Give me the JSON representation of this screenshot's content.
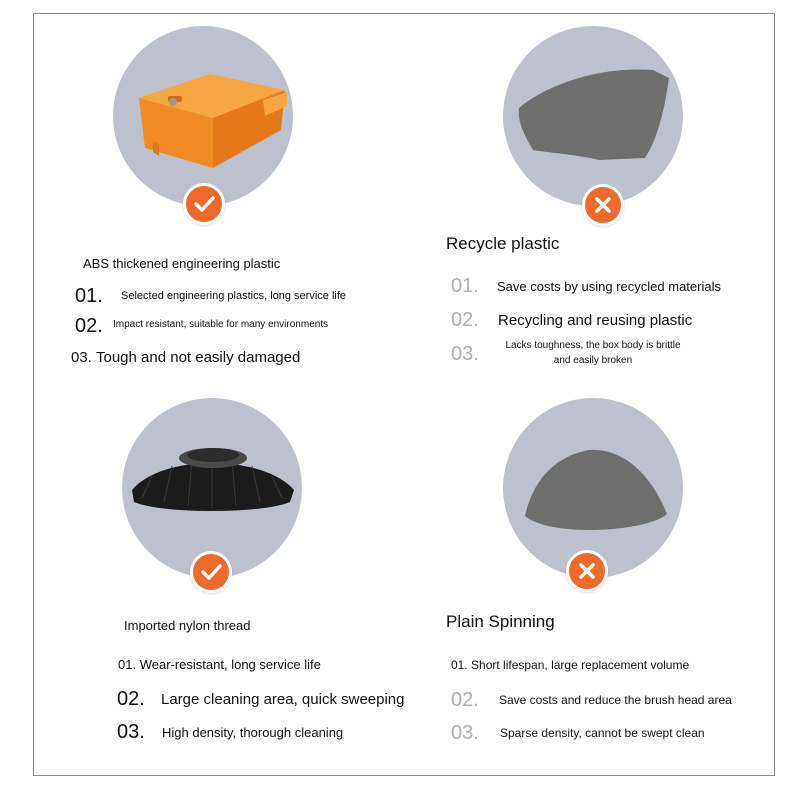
{
  "panels": {
    "top_left": {
      "badge": "check-icon",
      "title": "ABS thickened engineering plastic",
      "items": [
        {
          "num": "01.",
          "text": "Selected engineering plastics, long service life"
        },
        {
          "num": "02.",
          "text": "Impact resistant, suitable for many environments"
        },
        {
          "num": "03.",
          "text": "Tough and not easily damaged"
        }
      ]
    },
    "top_right": {
      "badge": "cross-icon",
      "title": "Recycle plastic",
      "items": [
        {
          "num": "01.",
          "text": "Save costs by using recycled materials"
        },
        {
          "num": "02.",
          "text": "Recycling and reusing plastic"
        },
        {
          "num": "03.",
          "text": "Lacks toughness, the box body is brittle and easily broken"
        }
      ]
    },
    "bottom_left": {
      "badge": "check-icon",
      "title": "Imported nylon thread",
      "items": [
        {
          "num": "01.",
          "text": "Wear-resistant, long service life"
        },
        {
          "num": "02.",
          "text": "Large cleaning area, quick sweeping"
        },
        {
          "num": "03.",
          "text": "High density, thorough cleaning"
        }
      ]
    },
    "bottom_right": {
      "badge": "cross-icon",
      "title": "Plain Spinning",
      "items": [
        {
          "num": "01.",
          "text": "Short lifespan, large replacement volume"
        },
        {
          "num": "02.",
          "text": "Save costs and reduce the brush head area"
        },
        {
          "num": "03.",
          "text": "Sparse density, cannot be swept clean"
        }
      ]
    }
  },
  "colors": {
    "badge": "#ee6a2b",
    "circle": "#bcc1cd",
    "product_orange": "#f0922a",
    "gray_product": "#6e6e6e"
  }
}
